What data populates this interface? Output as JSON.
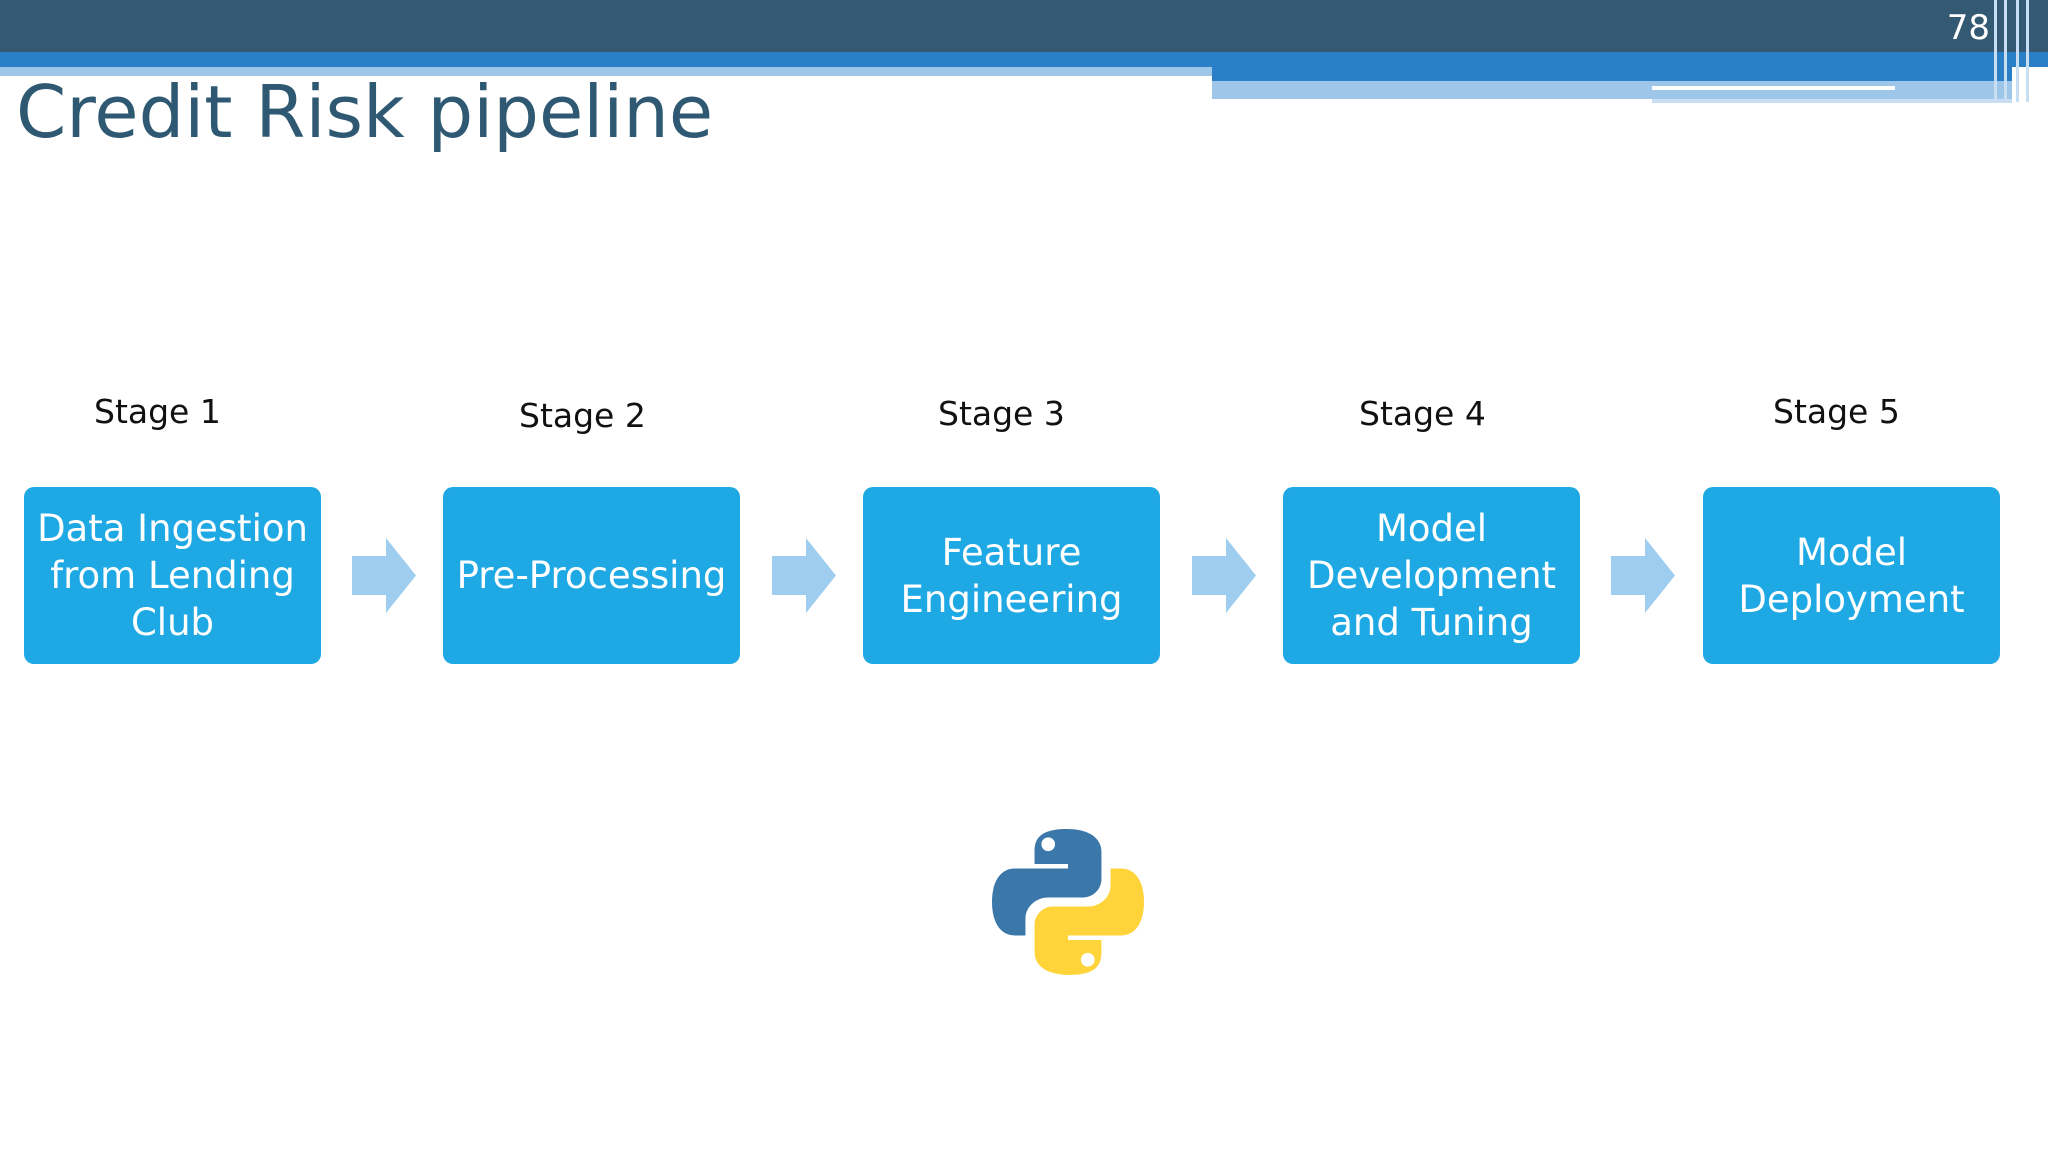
{
  "slide": {
    "page_number": "78",
    "title": "Credit Risk pipeline"
  },
  "stages": [
    {
      "label": "Stage 1",
      "box_text": "Data Ingestion from Lending Club"
    },
    {
      "label": "Stage 2",
      "box_text": "Pre-Processing"
    },
    {
      "label": "Stage 3",
      "box_text": "Feature Engineering"
    },
    {
      "label": "Stage 4",
      "box_text": "Model Development and Tuning"
    },
    {
      "label": "Stage 5",
      "box_text": "Model Deployment"
    }
  ],
  "icons": {
    "arrow": "right-arrow-icon",
    "logo": "python-logo-icon"
  },
  "colors": {
    "header_dark": "#345a73",
    "header_blue": "#2b7fc6",
    "header_light": "#9ec6e8",
    "title": "#2f5973",
    "box_fill": "#1fa9e4",
    "arrow_fill": "#9fcdef",
    "python_blue": "#3b77a8",
    "python_yellow": "#ffd43b"
  }
}
